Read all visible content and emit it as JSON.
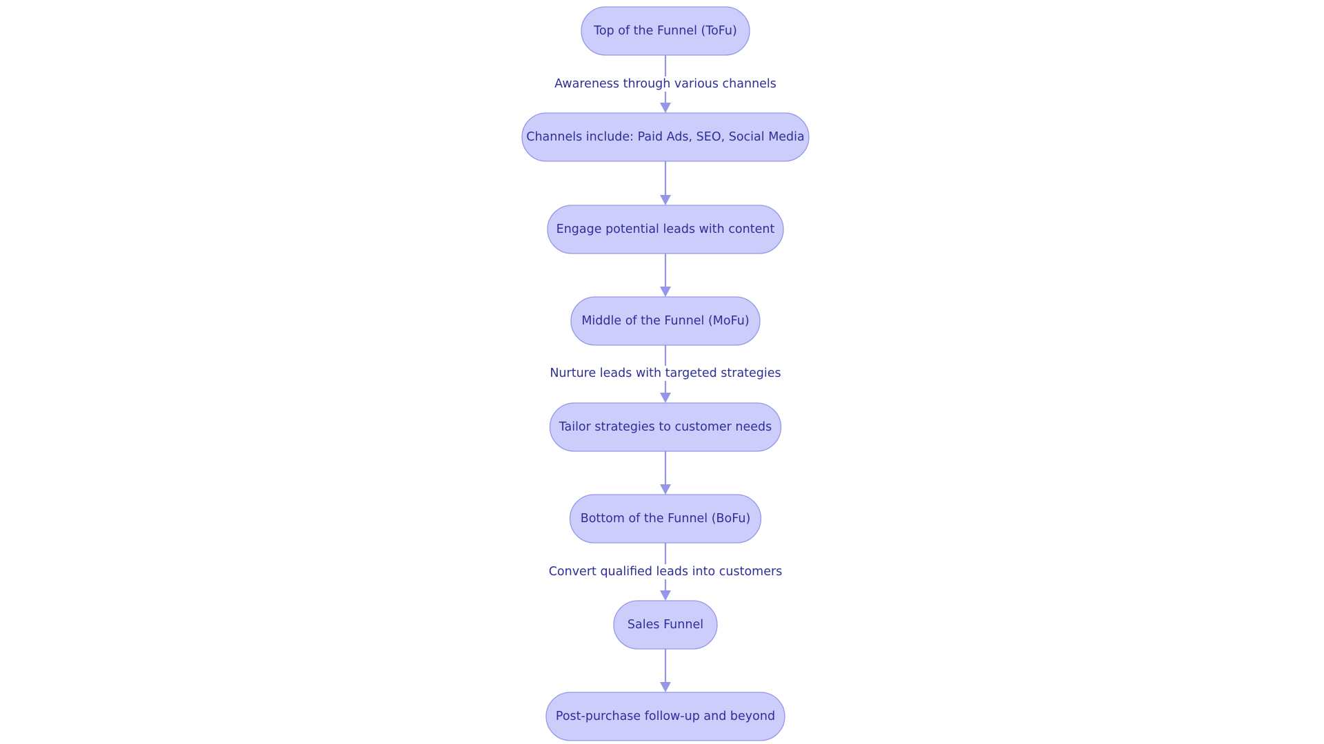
{
  "diagram": {
    "nodes": [
      {
        "id": "tofu",
        "label": "Top of the Funnel (ToFu)"
      },
      {
        "id": "channels",
        "label": "Channels include: Paid Ads, SEO, Social Media"
      },
      {
        "id": "engage",
        "label": "Engage potential leads with content"
      },
      {
        "id": "mofu",
        "label": "Middle of the Funnel (MoFu)"
      },
      {
        "id": "tailor",
        "label": "Tailor strategies to customer needs"
      },
      {
        "id": "bofu",
        "label": "Bottom of the Funnel (BoFu)"
      },
      {
        "id": "sales",
        "label": "Sales Funnel"
      },
      {
        "id": "post",
        "label": "Post-purchase follow-up and beyond"
      }
    ],
    "edges": [
      {
        "from": "tofu",
        "to": "channels",
        "label": "Awareness through various channels"
      },
      {
        "from": "channels",
        "to": "engage",
        "label": ""
      },
      {
        "from": "engage",
        "to": "mofu",
        "label": ""
      },
      {
        "from": "mofu",
        "to": "tailor",
        "label": "Nurture leads with targeted strategies"
      },
      {
        "from": "tailor",
        "to": "bofu",
        "label": ""
      },
      {
        "from": "bofu",
        "to": "sales",
        "label": "Convert qualified leads into customers"
      },
      {
        "from": "sales",
        "to": "post",
        "label": ""
      }
    ],
    "colors": {
      "node_fill": "#cccdfb",
      "node_stroke": "#9596e6",
      "text": "#2e2e98",
      "edge": "#9596e6",
      "background": "#ffffff"
    }
  }
}
